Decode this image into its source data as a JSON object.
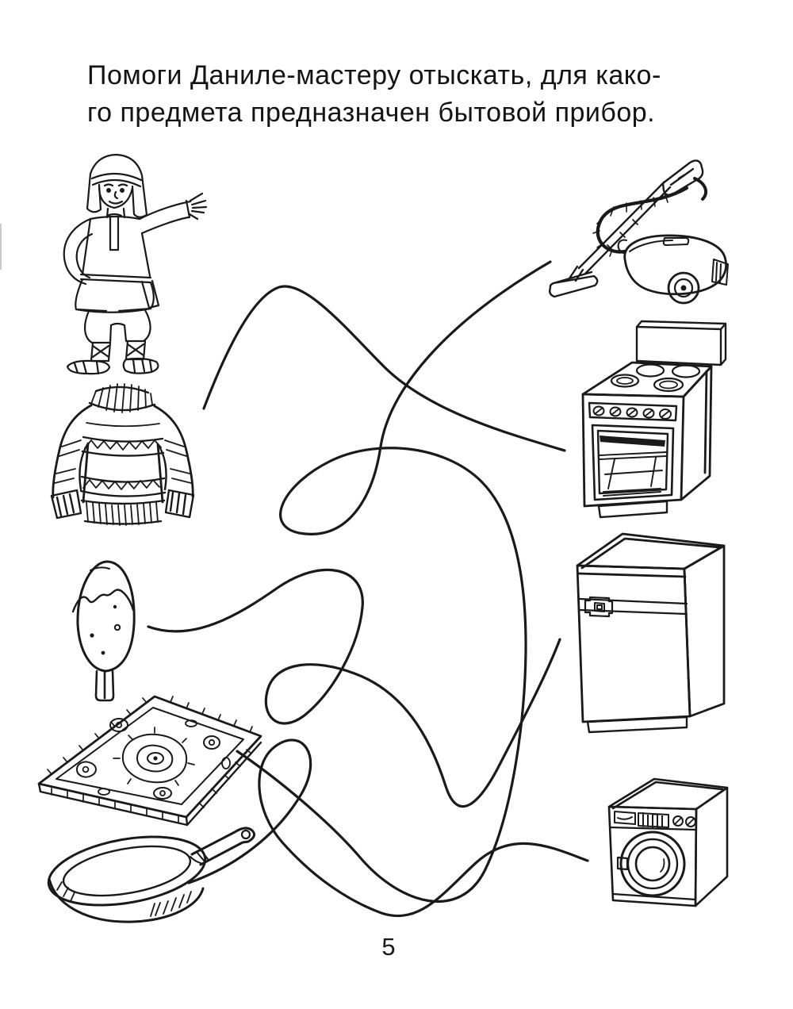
{
  "page": {
    "title_line_1": "Помоги Даниле-мастеру отыскать, для како-",
    "title_line_2": "го предмета предназначен бытовой прибор.",
    "page_number": "5"
  },
  "figures": {
    "character": "danila-master",
    "left_items": [
      "sweater",
      "ice-cream",
      "carpet",
      "frying-pan"
    ],
    "right_items": [
      "vacuum-cleaner",
      "kitchen-stove",
      "refrigerator",
      "washing-machine"
    ]
  },
  "colors": {
    "ink": "#1a1a1a",
    "paper": "#ffffff"
  }
}
